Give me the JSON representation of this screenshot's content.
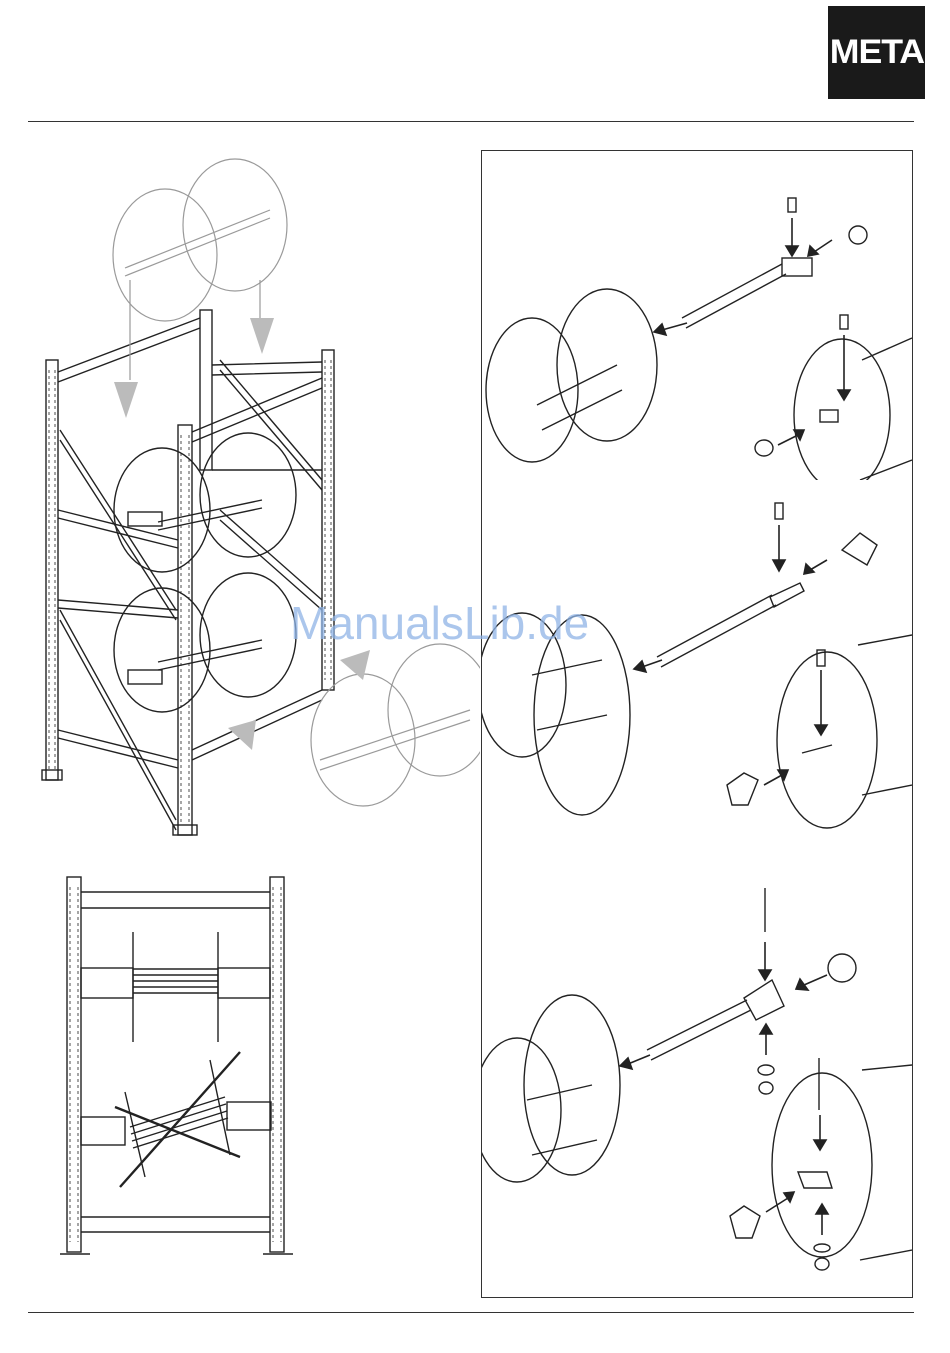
{
  "header": {
    "logo_text": "META"
  },
  "watermark": {
    "text": "ManualsLib.de"
  },
  "illustrations": {
    "rack_assembly": {
      "icon": "spool-rack-assembly-drawing"
    },
    "rack_front_view": {
      "icon": "rack-front-view-correct-incorrect-drawing"
    },
    "axle_variant_1": {
      "icon": "axle-with-pin-and-nut-drawing"
    },
    "axle_variant_2": {
      "icon": "axle-with-cone-drawing"
    },
    "axle_variant_3": {
      "icon": "axle-with-cone-and-bolt-drawing"
    }
  },
  "colors": {
    "logo_background": "#1a1a1a",
    "logo_text": "#ffffff",
    "line": "#222222",
    "ghost_line": "#9a9a9a",
    "watermark": "#8fb4e6"
  }
}
